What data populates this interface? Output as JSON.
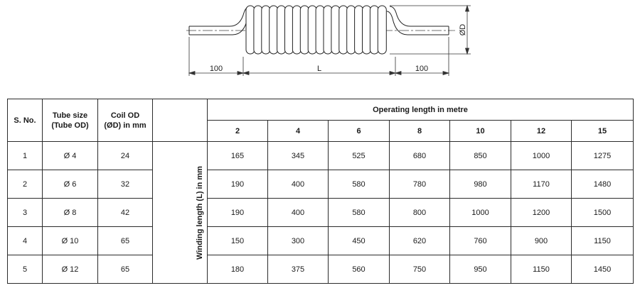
{
  "diagram": {
    "dim_left": "100",
    "dim_length": "L",
    "dim_right": "100",
    "dim_diameter": "ØD"
  },
  "table": {
    "headers": {
      "sno": "S. No.",
      "tube_size": "Tube size\n(Tube OD)",
      "coil_od": "Coil OD\n(ØD) in mm",
      "operating_length": "Operating length in metre",
      "winding_label": "Winding length (L) in mm"
    },
    "operating_lengths": [
      "2",
      "4",
      "6",
      "8",
      "10",
      "12",
      "15"
    ],
    "rows": [
      {
        "sno": "1",
        "tube": "Ø 4",
        "coil": "24",
        "values": [
          "165",
          "345",
          "525",
          "680",
          "850",
          "1000",
          "1275"
        ]
      },
      {
        "sno": "2",
        "tube": "Ø 6",
        "coil": "32",
        "values": [
          "190",
          "400",
          "580",
          "780",
          "980",
          "1170",
          "1480"
        ]
      },
      {
        "sno": "3",
        "tube": "Ø 8",
        "coil": "42",
        "values": [
          "190",
          "400",
          "580",
          "800",
          "1000",
          "1200",
          "1500"
        ]
      },
      {
        "sno": "4",
        "tube": "Ø 10",
        "coil": "65",
        "values": [
          "150",
          "300",
          "450",
          "620",
          "760",
          "900",
          "1150"
        ]
      },
      {
        "sno": "5",
        "tube": "Ø 12",
        "coil": "65",
        "values": [
          "180",
          "375",
          "560",
          "750",
          "950",
          "1150",
          "1450"
        ]
      }
    ]
  }
}
